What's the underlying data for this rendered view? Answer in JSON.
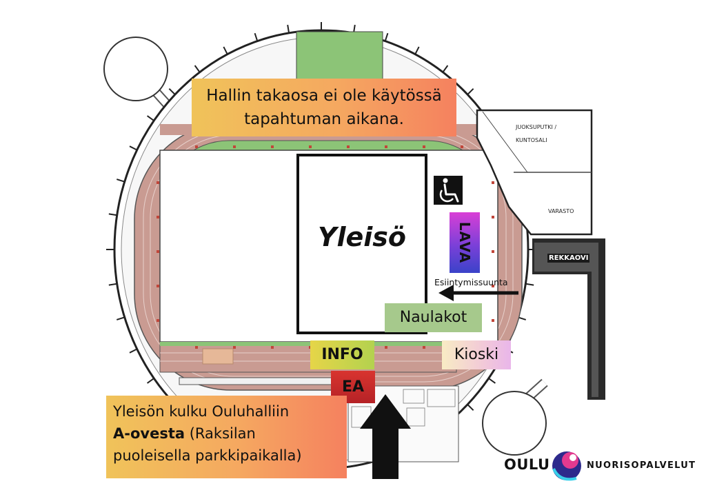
{
  "notices": {
    "top_line1": "Hallin takaosa ei ole käytössä",
    "top_line2": "tapahtuman aikana.",
    "bottom_line1": "Yleisön kulku Ouluhalliin",
    "bottom_bold": "A-ovesta",
    "bottom_line2_rest": " (Raksilan",
    "bottom_line3": "puoleisella parkkipaikalla)"
  },
  "areas": {
    "audience": "Yleisö",
    "stage": "LAVA",
    "performance_direction": "Esiintymissuunta",
    "coat_racks": "Naulakot",
    "kiosk": "Kioski",
    "info": "INFO",
    "first_aid": "EA"
  },
  "rooms": {
    "juoksuputki_line1": "JUOKSUPUTKI /",
    "juoksuputki_line2": "KUNTOSALI",
    "varasto": "VARASTO",
    "rekkaovi": "REKKAOVI"
  },
  "logo": {
    "city": "OULU",
    "department": "NUORISOPALVELUT"
  },
  "icons": {
    "accessibility": "wheelchair-icon",
    "entrance_arrow": "arrow-up-icon",
    "direction_arrow": "arrow-left-icon"
  },
  "colors": {
    "track": "#c99b92",
    "turf": "#8cc477",
    "notice_start": "#f0c35a",
    "notice_end": "#f5815f",
    "stage_start": "#d93fd6",
    "stage_end": "#3b43c9",
    "coat_racks": "#a6c98c",
    "first_aid": "#c8282a"
  }
}
